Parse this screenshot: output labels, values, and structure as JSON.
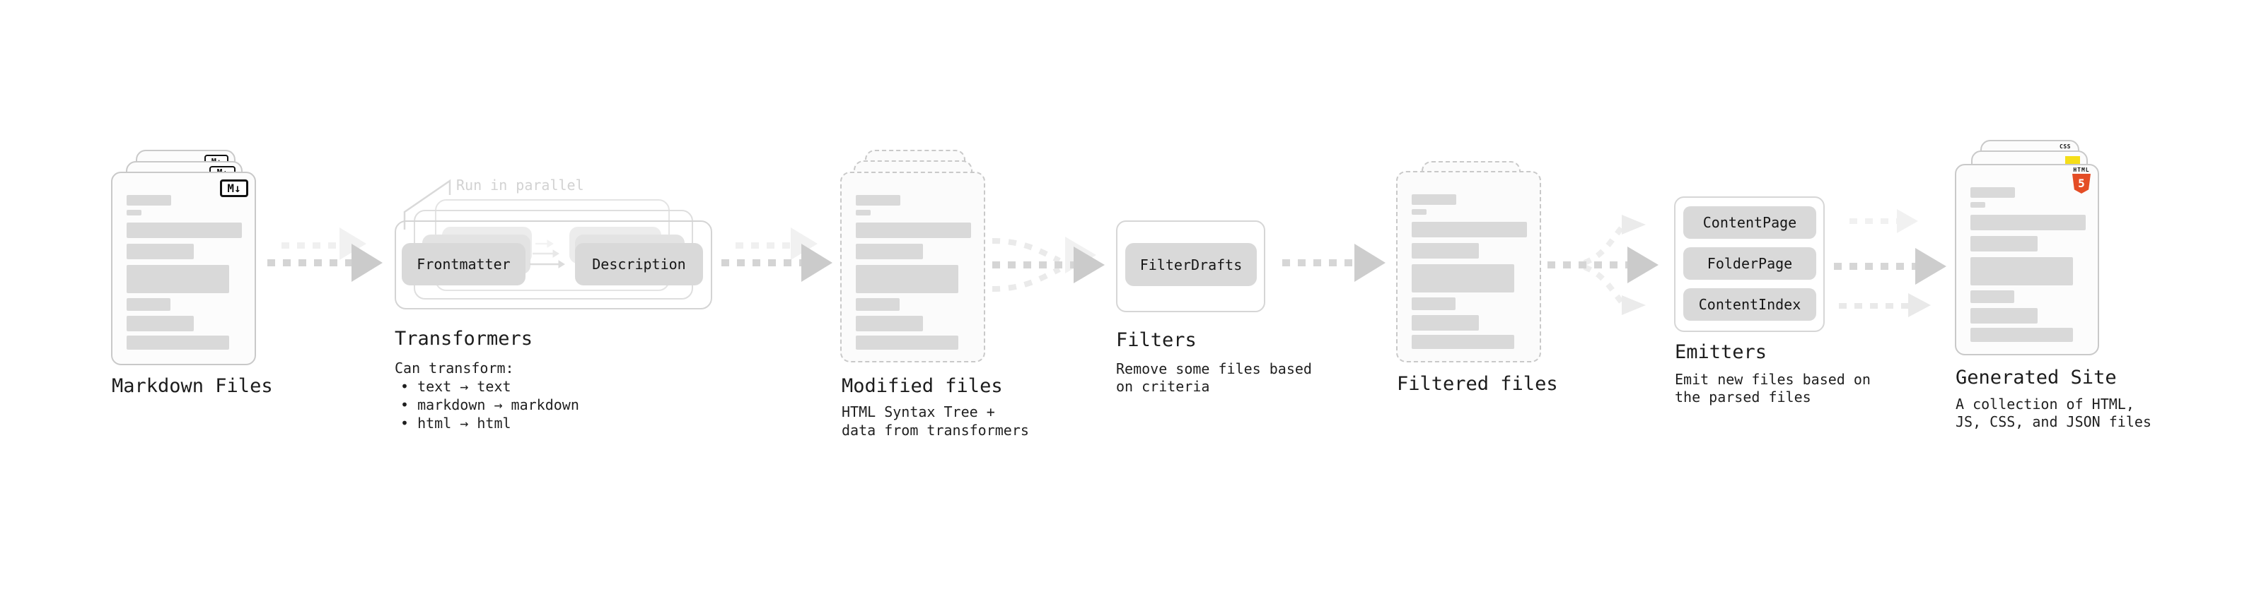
{
  "colors": {
    "ink": "#1c1c1c",
    "annotation_gray": "#d2d2d2",
    "card_border": "#c9c9c9",
    "node_gray": "#d9d9d9",
    "arrow_gray": "#cbcbcb",
    "html5_orange": "#e44d26",
    "js_yellow": "#f5de19",
    "css_blue": "#2962f1"
  },
  "stages": {
    "markdown_files": {
      "label": "Markdown Files",
      "badge": "M↓"
    },
    "transformers": {
      "label": "Transformers",
      "annotation": "Run in parallel",
      "nodes": [
        "Frontmatter",
        "Description"
      ],
      "description": [
        "Can transform:",
        "• text → text",
        "• markdown → markdown",
        "• html → html"
      ]
    },
    "modified_files": {
      "label": "Modified files",
      "description": [
        "HTML Syntax Tree +",
        "data from transformers"
      ]
    },
    "filters": {
      "label": "Filters",
      "nodes": [
        "FilterDrafts"
      ],
      "description": [
        "Remove some files based",
        "on criteria"
      ]
    },
    "filtered_files": {
      "label": "Filtered files"
    },
    "emitters": {
      "label": "Emitters",
      "nodes": [
        "ContentPage",
        "FolderPage",
        "ContentIndex"
      ],
      "description": [
        "Emit new files based on",
        "the parsed files"
      ]
    },
    "generated_site": {
      "label": "Generated Site",
      "badges": {
        "css_label": "CSS",
        "html_label": "HTML",
        "html_number": "5"
      },
      "description": [
        "A collection of HTML,",
        "JS, CSS, and JSON files"
      ]
    }
  },
  "file_card_bars": [
    {
      "w": 63,
      "h": 15,
      "gap": 6
    },
    {
      "w": 21,
      "h": 8,
      "gap": 10
    },
    {
      "w": 163,
      "h": 22,
      "gap": 8
    },
    {
      "w": 95,
      "h": 22,
      "gap": 8
    },
    {
      "w": 145,
      "h": 40,
      "gap": 7
    },
    {
      "w": 62,
      "h": 18,
      "gap": 7
    },
    {
      "w": 95,
      "h": 22,
      "gap": 6
    },
    {
      "w": 145,
      "h": 20,
      "gap": 0
    }
  ]
}
